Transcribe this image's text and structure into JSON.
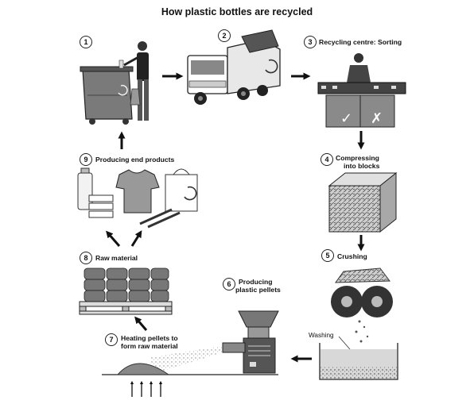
{
  "title": "How plastic bottles are recycled",
  "steps": [
    {
      "number": "1",
      "label": ""
    },
    {
      "number": "2",
      "label": ""
    },
    {
      "number": "3",
      "label": "Recycling centre: Sorting"
    },
    {
      "number": "4",
      "label_line1": "Compressing",
      "label_line2": "into blocks"
    },
    {
      "number": "5",
      "label": "Crushing"
    },
    {
      "number": "6",
      "label_line1": "Producing",
      "label_line2": "plastic pellets"
    },
    {
      "number": "7",
      "label_line1": "Heating pellets to",
      "label_line2": "form raw material"
    },
    {
      "number": "8",
      "label": "Raw material"
    },
    {
      "number": "9",
      "label": "Producing end products"
    }
  ],
  "annotations": {
    "washing": "Washing"
  },
  "sorting_marks": [
    "✓",
    "✗"
  ],
  "icons": [
    "person-icon",
    "wheelie-bin-icon",
    "garbage-truck-icon",
    "sorting-worker-icon",
    "compressed-block-icon",
    "crusher-icon",
    "washing-tank-icon",
    "pellet-machine-icon",
    "heat-pile-icon",
    "pallet-bags-icon",
    "bottle-icon",
    "tshirt-icon",
    "bag-icon",
    "containers-icon",
    "pens-icon",
    "recycle-icon",
    "arrow-icon"
  ]
}
